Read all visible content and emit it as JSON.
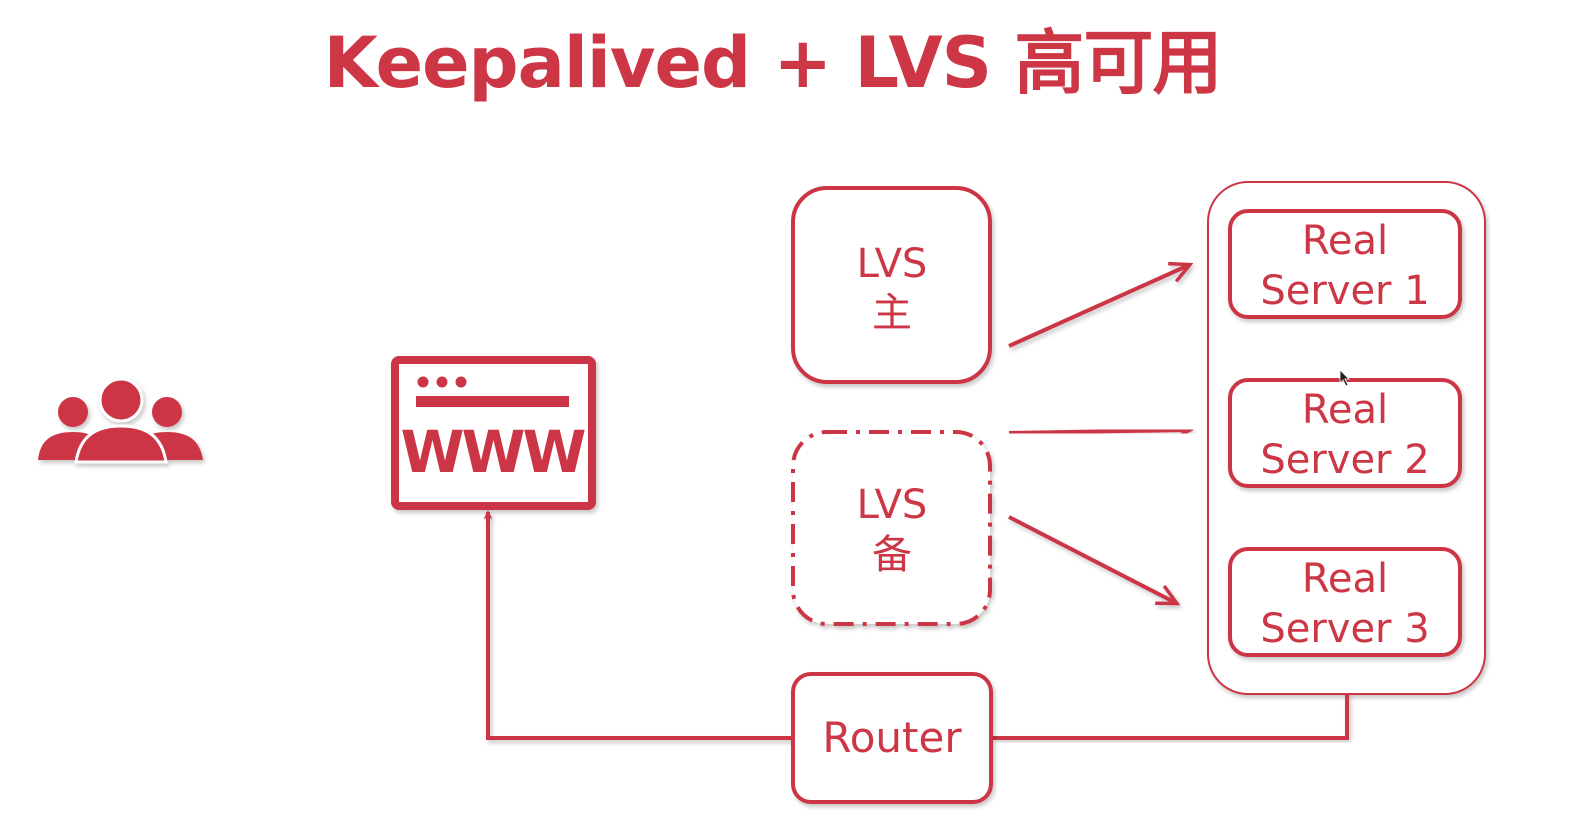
{
  "title": "Keepalived + LVS 高可用",
  "nodes": {
    "lvs_master": {
      "line1": "LVS",
      "line2": "主"
    },
    "lvs_backup": {
      "line1": "LVS",
      "line2": "备"
    },
    "real_server_1": {
      "line1": "Real",
      "line2": "Server 1"
    },
    "real_server_2": {
      "line1": "Real",
      "line2": "Server 2"
    },
    "real_server_3": {
      "line1": "Real",
      "line2": "Server 3"
    },
    "router": {
      "label": "Router"
    },
    "website": {
      "label": "WWW"
    }
  },
  "icons": {
    "users": "users-group-icon",
    "browser": "browser-window-icon"
  },
  "colors": {
    "accent": "#cc3645",
    "shadow": "#d0d0d0"
  }
}
